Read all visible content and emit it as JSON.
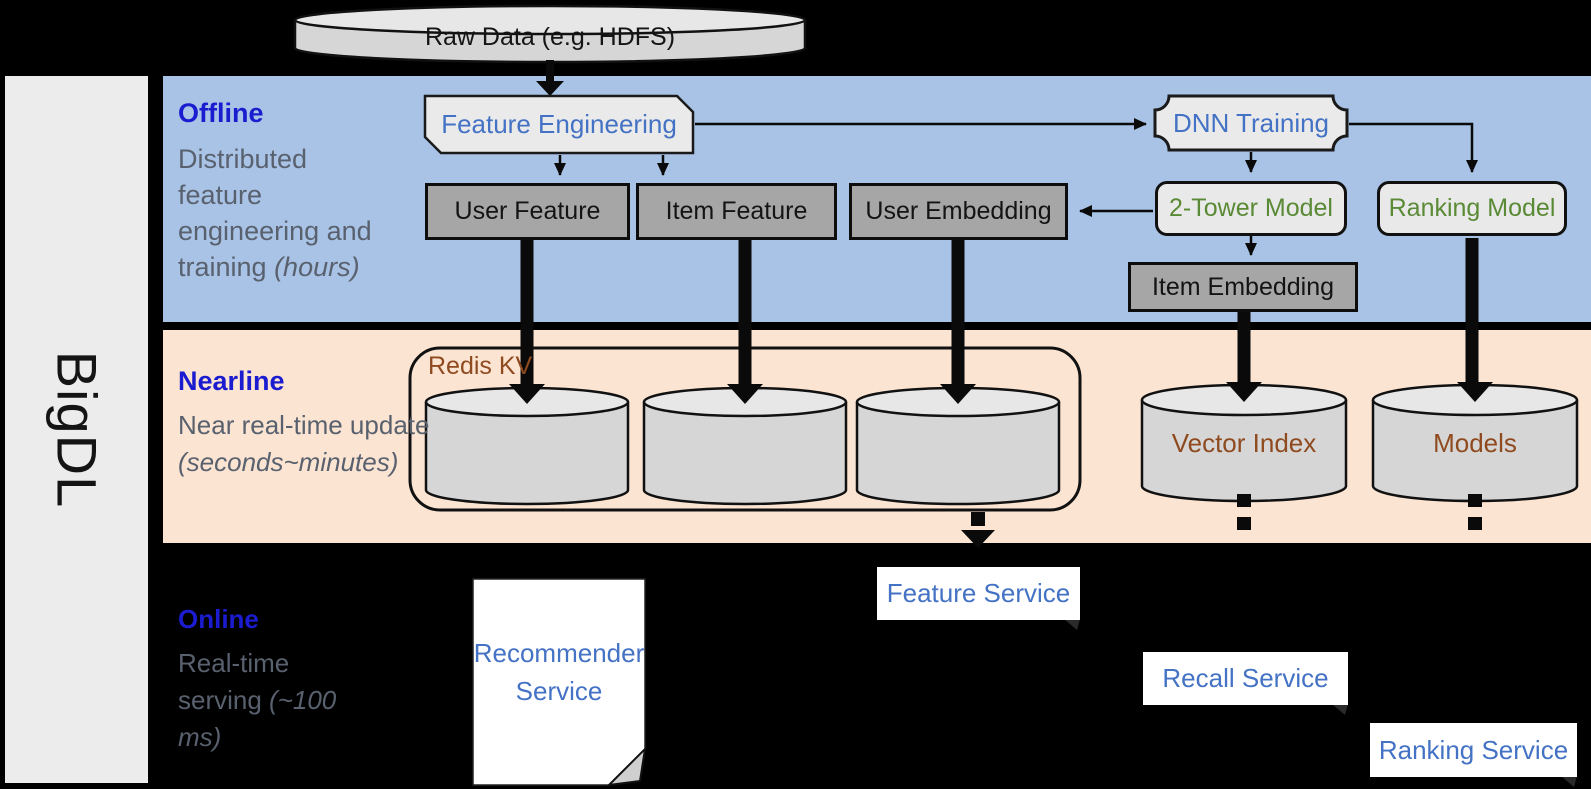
{
  "brand": {
    "label": "BigDL"
  },
  "raw_data": {
    "label": "Raw Data (e.g. HDFS)"
  },
  "sections": {
    "offline": {
      "title": "Offline",
      "description": "Distributed feature engineering and training ",
      "description_italic": "(hours)"
    },
    "nearline": {
      "title": "Nearline",
      "description": "Near real-time update ",
      "description_italic": "(seconds~minutes)"
    },
    "online": {
      "title": "Online",
      "description": "Real-time serving ",
      "description_italic": "(~100 ms)"
    }
  },
  "offline_flow": {
    "feature_engineering": "Feature Engineering",
    "user_feature": "User Feature",
    "item_feature": "Item Feature",
    "user_embedding": "User Embedding",
    "dnn_training": "DNN Training",
    "two_tower_model": "2-Tower Model",
    "ranking_model": "Ranking Model",
    "item_embedding": "Item Embedding"
  },
  "nearline_flow": {
    "redis_kv": "Redis KV",
    "vector_index": "Vector Index",
    "models": "Models"
  },
  "online_flow": {
    "recommender_service": "Recommender Service",
    "feature_service": "Feature Service",
    "recall_service": "Recall Service",
    "ranking_service": "Ranking Service"
  },
  "colors": {
    "background": "#000000",
    "band_offline": "#a9c3e6",
    "band_nearline": "#fbe4d2",
    "section_title_blue": "#1b1bcf",
    "description_gray": "#59616e",
    "box_gray": "#a6a6a6",
    "box_light": "#e9e9e9",
    "text_blue": "#4472c4",
    "text_green": "#5a8a35",
    "text_maroon": "#8f4a1f",
    "cylinder_fill": "#d6d6d6"
  }
}
